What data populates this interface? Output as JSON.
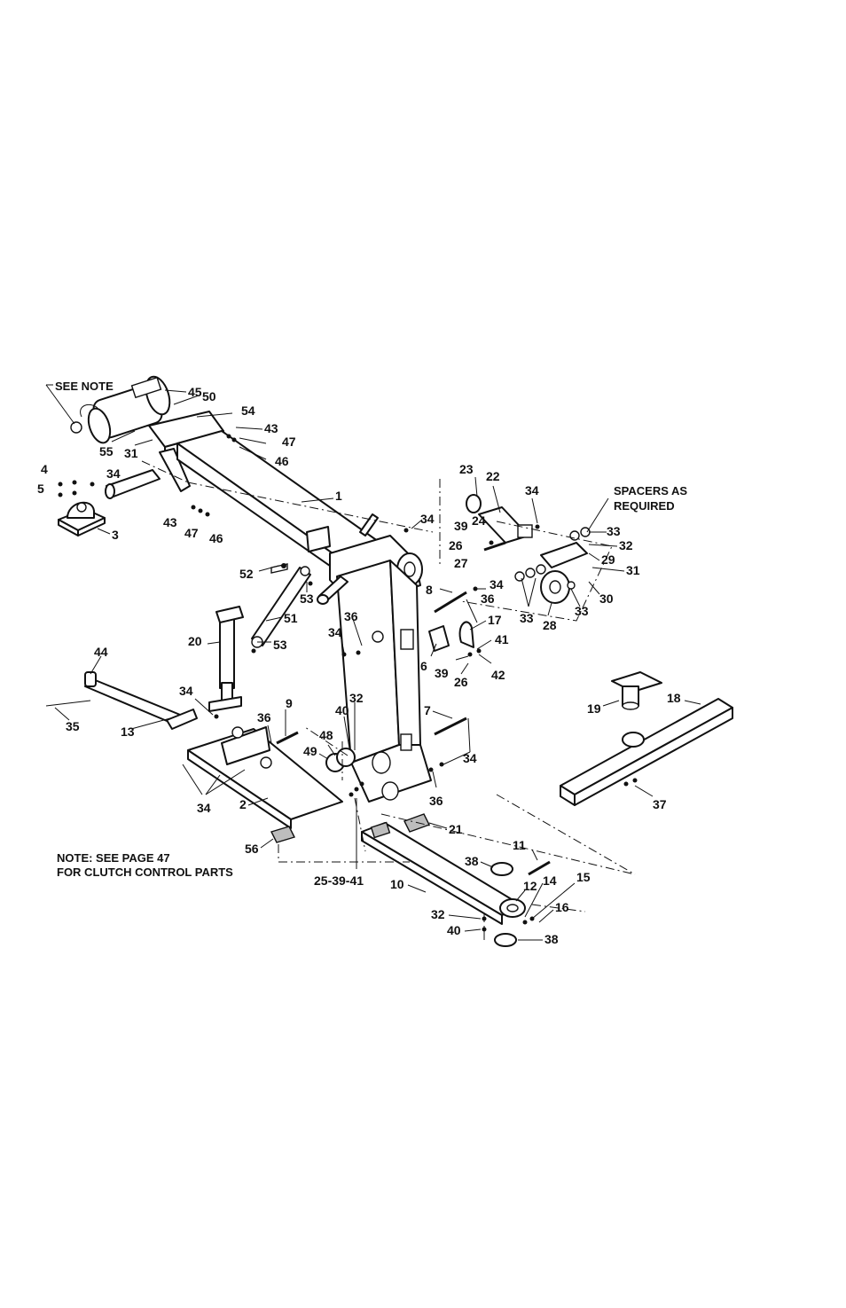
{
  "notes": {
    "see_note": "SEE NOTE",
    "spacers_line1": "SPACERS AS",
    "spacers_line2": "REQUIRED",
    "footer_line1": "NOTE:  SEE PAGE  47",
    "footer_line2": "FOR CLUTCH CONTROL PARTS"
  },
  "parts": {
    "p45": "45",
    "p50": "50",
    "p54": "54",
    "p43a": "43",
    "p47a": "47",
    "p46a": "46",
    "p55": "55",
    "p31a": "31",
    "p4": "4",
    "p5": "5",
    "p34a": "34",
    "p3": "3",
    "p43b": "43",
    "p47b": "47",
    "p46b": "46",
    "p1": "1",
    "p23": "23",
    "p22": "22",
    "p34b": "34",
    "p24": "24",
    "p39a": "39",
    "p26a": "26",
    "p27": "27",
    "p34c": "34",
    "p33a": "33",
    "p32a": "32",
    "p29": "29",
    "p31b": "31",
    "p30": "30",
    "p33b": "33",
    "p33c": "33",
    "p28": "28",
    "p52": "52",
    "p53a": "53",
    "p51": "51",
    "p53b": "53",
    "p8": "8",
    "p34d": "34",
    "p36a": "36",
    "p17": "17",
    "p41a": "41",
    "p36b": "36",
    "p34e": "34",
    "p6": "6",
    "p39b": "39",
    "p26b": "26",
    "p42": "42",
    "p20": "20",
    "p44": "44",
    "p34f": "34",
    "p35": "35",
    "p13": "13",
    "p36c": "36",
    "p9": "9",
    "p32b": "32",
    "p40a": "40",
    "p7": "7",
    "p48": "48",
    "p49": "49",
    "p34g": "34",
    "p36d": "36",
    "p34h": "34",
    "p2": "2",
    "p56": "56",
    "p21": "21",
    "p25_39_41": "25-39-41",
    "p19": "19",
    "p18": "18",
    "p37": "37",
    "p11": "11",
    "p38a": "38",
    "p10": "10",
    "p12": "12",
    "p14": "14",
    "p15": "15",
    "p16": "16",
    "p32c": "32",
    "p40b": "40",
    "p38b": "38"
  }
}
